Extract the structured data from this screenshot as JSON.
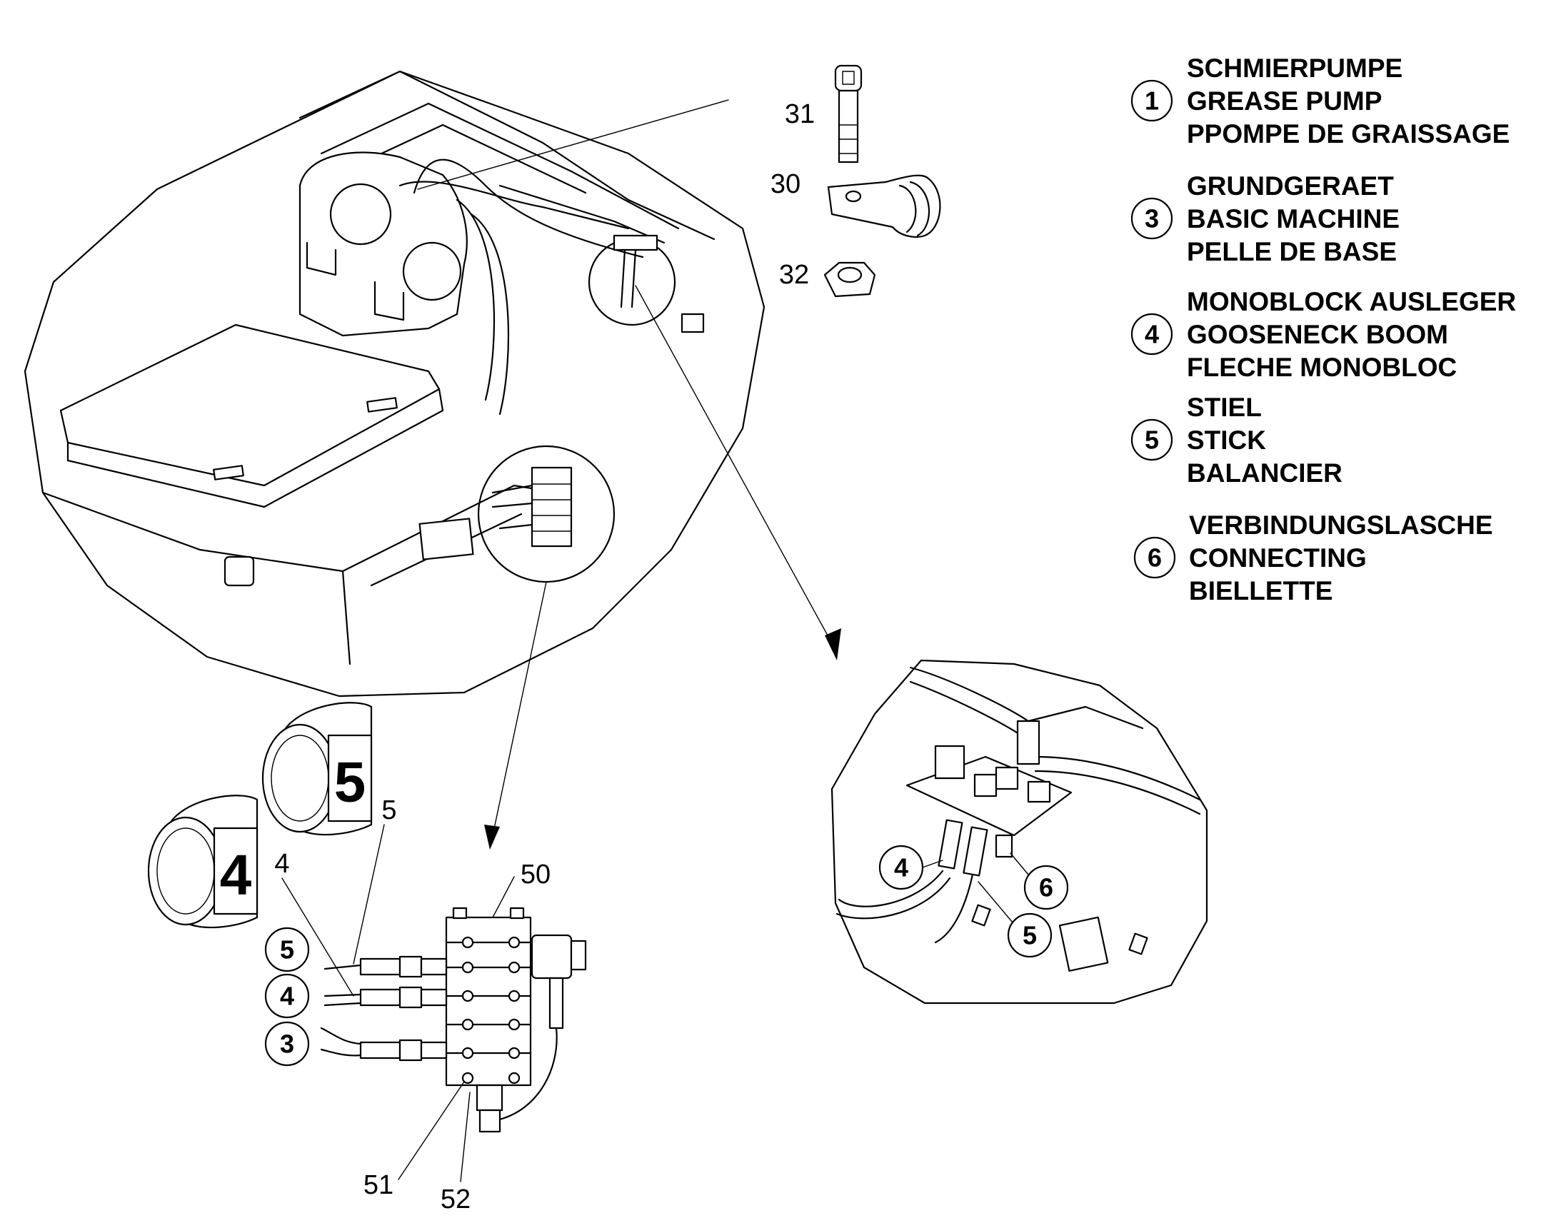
{
  "legend": [
    {
      "num": "1",
      "lines": [
        "SCHMIERPUMPE",
        "GREASE PUMP",
        "PPOMPE DE GRAISSAGE"
      ]
    },
    {
      "num": "3",
      "lines": [
        "GRUNDGERAET",
        "BASIC MACHINE",
        "PELLE DE BASE"
      ]
    },
    {
      "num": "4",
      "lines": [
        "MONOBLOCK AUSLEGER",
        "GOOSENECK BOOM",
        "FLECHE MONOBLOC"
      ]
    },
    {
      "num": "5",
      "lines": [
        "STIEL",
        "STICK",
        "BALANCIER"
      ]
    },
    {
      "num": "6",
      "lines": [
        "VERBINDUNGSLASCHE",
        "CONNECTING",
        "BIELLETTE"
      ]
    }
  ],
  "parts": {
    "p31": "31",
    "p30": "30",
    "p32": "32",
    "p50": "50",
    "p51": "51",
    "p52": "52",
    "p5": "5",
    "p4": "4"
  },
  "tags": {
    "tag5": "5",
    "tag4": "4"
  },
  "distributor_callouts": {
    "c5": "5",
    "c4": "4",
    "c3": "3"
  },
  "detail_callouts": {
    "c4": "4",
    "c5": "5",
    "c6": "6"
  }
}
